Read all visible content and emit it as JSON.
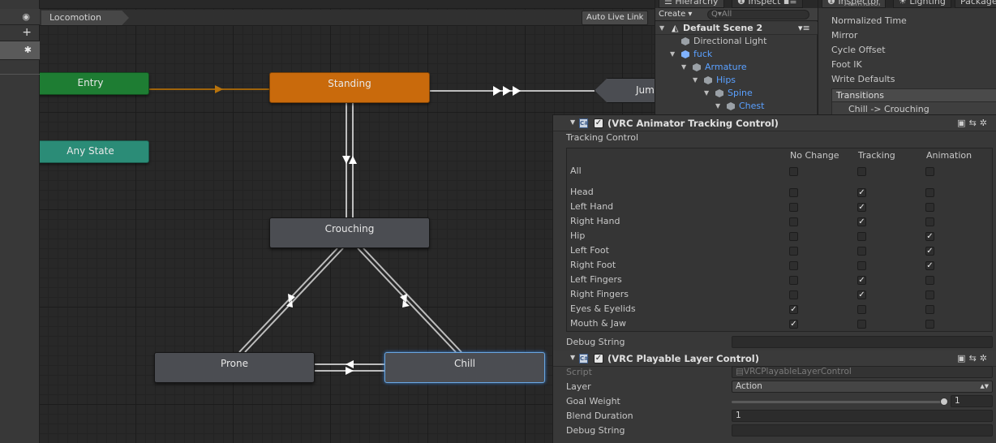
{
  "left_panel": {
    "eye_icon": "eye-icon",
    "add_label": "+",
    "settings_icon": "gear-icon"
  },
  "graph": {
    "breadcrumb": "Locomotion",
    "live_link_label": "Auto Live Link",
    "states": {
      "entry": "Entry",
      "any_state": "Any State",
      "standing": "Standing",
      "crouching": "Crouching",
      "prone": "Prone",
      "chill": "Chill",
      "jump": "Jum"
    },
    "colors": {
      "entry": "#1e7d33",
      "any_state": "#2b8c77",
      "default_state": "#c96a0c",
      "state": "#4b4d52",
      "selected_outline": "#6aa6e0"
    }
  },
  "hierarchy": {
    "tab_label": "Hierarchy",
    "tab2_label": "Inspect",
    "create_label": "Create ▾",
    "search_placeholder": "Q▾All",
    "scene": "Default Scene 2",
    "items": [
      {
        "label": "Directional Light",
        "blue": false
      },
      {
        "label": "fuck",
        "blue": true
      },
      {
        "label": "Armature",
        "blue": true
      },
      {
        "label": "Hips",
        "blue": true
      },
      {
        "label": "Spine",
        "blue": true
      },
      {
        "label": "Chest",
        "blue": true
      }
    ]
  },
  "inspector_top": {
    "tabs": [
      "Inspector",
      "Lighting",
      "Package"
    ],
    "clipped_label": "Animator",
    "properties": [
      "Normalized Time",
      "Mirror",
      "Cycle Offset",
      "Foot IK",
      "Write Defaults"
    ],
    "transitions_label": "Transitions",
    "transition_item": "Chill -> Crouching"
  },
  "tracking_control": {
    "title": "(VRC Animator Tracking Control)",
    "subtitle": "Tracking Control",
    "columns": [
      "No Change",
      "Tracking",
      "Animation"
    ],
    "all_label": "All",
    "rows": [
      {
        "label": "Head",
        "checked": [
          false,
          true,
          false
        ]
      },
      {
        "label": "Left Hand",
        "checked": [
          false,
          true,
          false
        ]
      },
      {
        "label": "Right Hand",
        "checked": [
          false,
          true,
          false
        ]
      },
      {
        "label": "Hip",
        "checked": [
          false,
          false,
          true
        ]
      },
      {
        "label": "Left Foot",
        "checked": [
          false,
          false,
          true
        ]
      },
      {
        "label": "Right Foot",
        "checked": [
          false,
          false,
          true
        ]
      },
      {
        "label": "Left Fingers",
        "checked": [
          false,
          true,
          false
        ]
      },
      {
        "label": "Right Fingers",
        "checked": [
          false,
          true,
          false
        ]
      },
      {
        "label": "Eyes & Eyelids",
        "checked": [
          true,
          false,
          false
        ]
      },
      {
        "label": "Mouth & Jaw",
        "checked": [
          true,
          false,
          false
        ]
      }
    ],
    "debug_label": "Debug String",
    "debug_value": ""
  },
  "playable_layer": {
    "title": "(VRC Playable Layer Control)",
    "script_label": "Script",
    "script_value": "VRCPlayableLayerControl",
    "layer_label": "Layer",
    "layer_value": "Action",
    "goal_weight_label": "Goal Weight",
    "goal_weight_value": "1",
    "goal_weight_fraction": 1,
    "blend_label": "Blend Duration",
    "blend_value": "1",
    "debug_label": "Debug String",
    "debug_value": ""
  }
}
